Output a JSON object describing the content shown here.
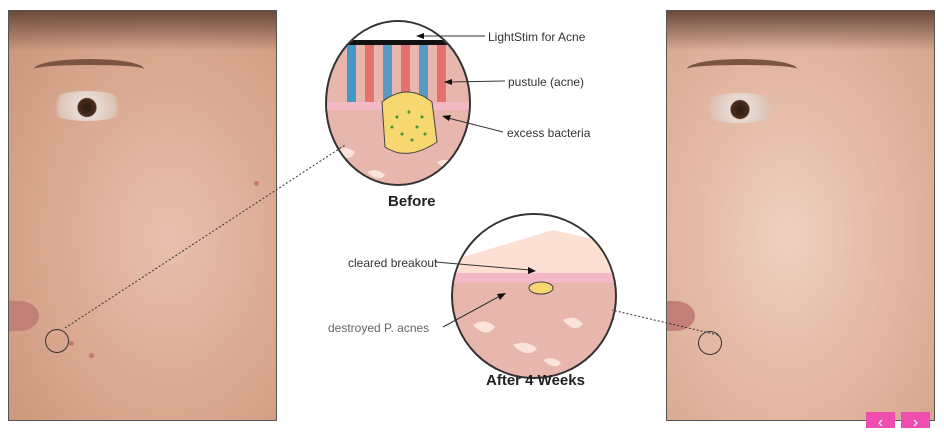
{
  "labels": {
    "lightstim": "LightStim for Acne",
    "pustule": "pustule (acne)",
    "bacteria": "excess bacteria",
    "cleared": "cleared breakout",
    "destroyed": "destroyed P. acnes"
  },
  "captions": {
    "before": "Before",
    "after": "After 4 Weeks"
  },
  "nav": {
    "prev_icon": "‹",
    "next_icon": "›"
  },
  "colors": {
    "nav": "#ee4fae",
    "red_light": "#e0443e",
    "blue_light": "#1a8fcf"
  }
}
